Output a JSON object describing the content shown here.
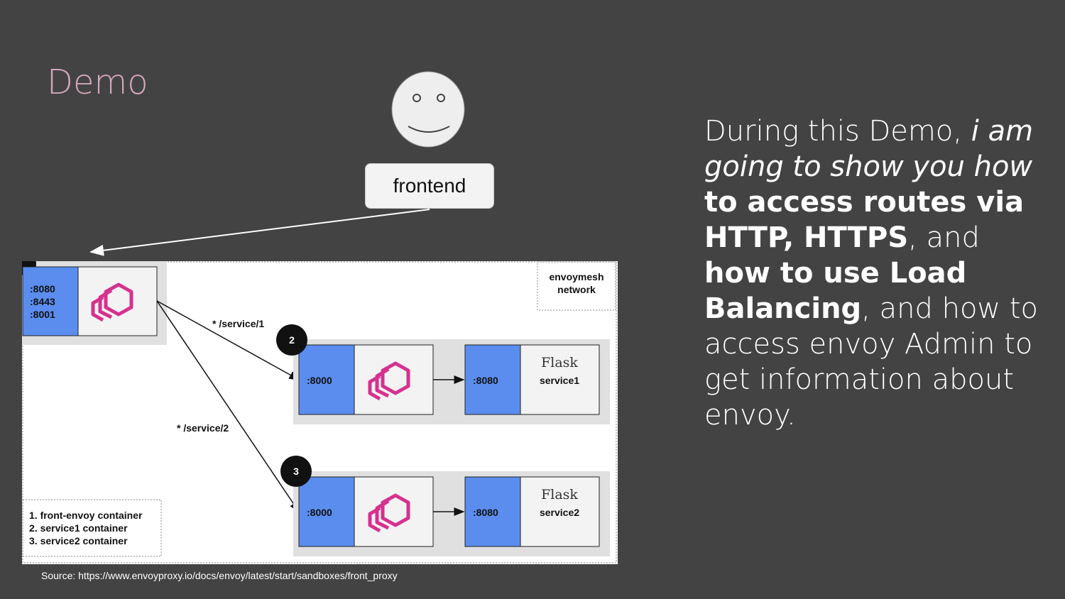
{
  "title": "Demo",
  "frontend_label": "frontend",
  "diagram": {
    "network_label_1": "envoymesh",
    "network_label_2": "network",
    "front_envoy_ports": [
      ":8080",
      ":8443",
      ":8001"
    ],
    "route_1": "* /service/1",
    "route_2": "* /service/2",
    "badge_2": "2",
    "badge_3": "3",
    "service1_envoy_port": ":8000",
    "service1_app_port": ":8080",
    "service1_flask": "Flask",
    "service1_name": "service1",
    "service2_envoy_port": ":8000",
    "service2_app_port": ":8080",
    "service2_flask": "Flask",
    "service2_name": "service2",
    "legend": [
      "1. front-envoy container",
      "2. service1 container",
      "3. service2 container"
    ],
    "colors": {
      "port_blue": "#5b8def",
      "envoy_pink": "#d6318f",
      "container_gray": "#e0e0e0"
    }
  },
  "source": "Source: https://www.envoyproxy.io/docs/envoy/latest/start/sandboxes/front_proxy",
  "description": {
    "p1": "During this Demo, ",
    "p2": "i am going to show you how",
    "p3": " ",
    "p4": "to access routes via HTTP, HTTPS",
    "p5": ", and ",
    "p6": "how to use Load Balancing",
    "p7": ", and how to access envoy Admin to get information about envoy."
  }
}
